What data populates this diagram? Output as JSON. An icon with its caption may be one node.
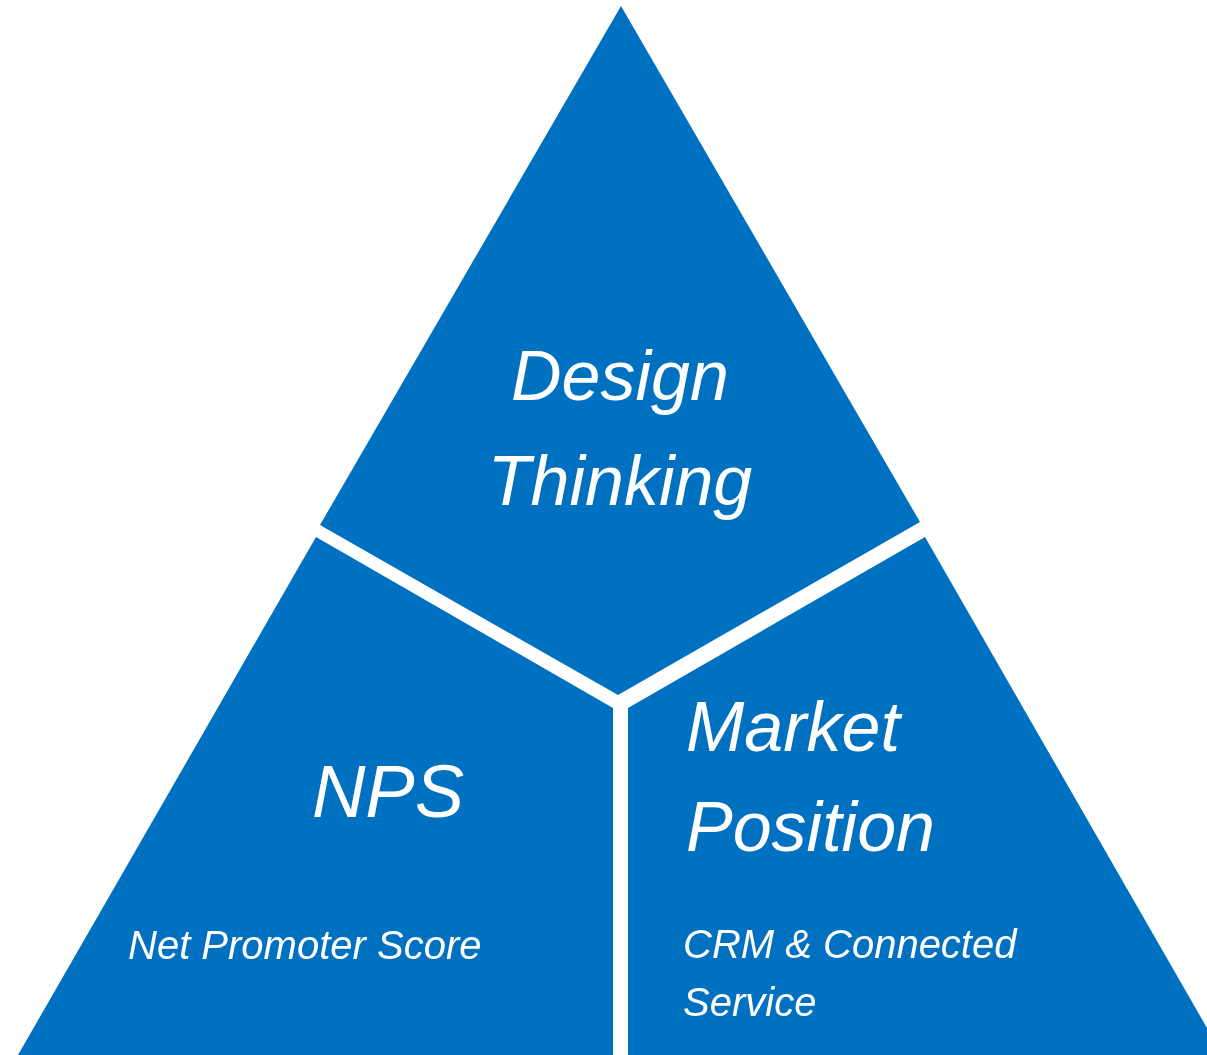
{
  "diagram": {
    "nodes": [
      {
        "text": [
          "Design Thinking"
        ]
      },
      {
        "text": [
          "NPS",
          "Net Promoter Score"
        ]
      },
      {
        "text": [
          "Market Position",
          "CRM & Connected Service"
        ]
      }
    ]
  }
}
